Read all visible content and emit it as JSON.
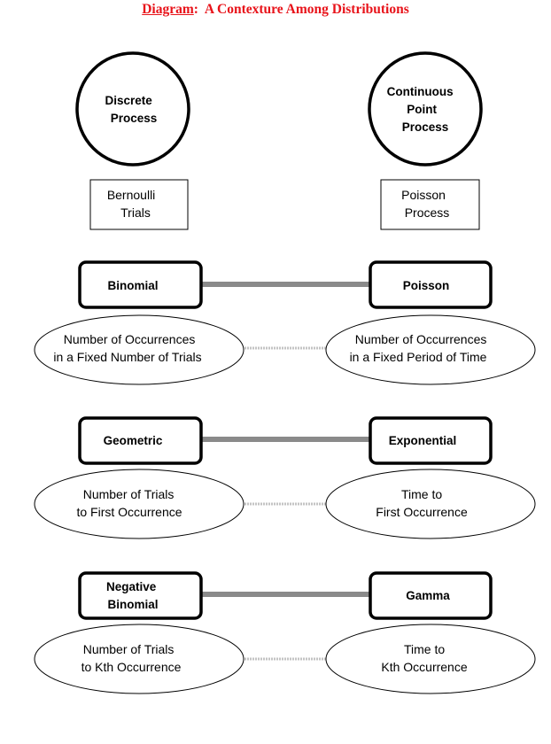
{
  "title": {
    "label": "Diagram",
    "text": "A Contexture Among Distributions"
  },
  "top_circles": {
    "discrete": [
      "Discrete",
      "Process"
    ],
    "continuous": [
      "Continuous",
      "Point",
      "Process"
    ]
  },
  "top_boxes": {
    "bernoulli": [
      "Bernoulli",
      "Trials"
    ],
    "poisson_process": [
      "Poisson",
      "Process"
    ]
  },
  "rows": [
    {
      "left_box": [
        "Binomial"
      ],
      "right_box": [
        "Poisson"
      ],
      "left_ellipse": [
        "Number of Occurrences",
        "in a Fixed Number of Trials"
      ],
      "right_ellipse": [
        "Number of Occurrences",
        "in a Fixed Period of Time"
      ]
    },
    {
      "left_box": [
        "Geometric"
      ],
      "right_box": [
        "Exponential"
      ],
      "left_ellipse": [
        "Number of Trials",
        "to First Occurrence"
      ],
      "right_ellipse": [
        "Time to",
        "First Occurrence"
      ]
    },
    {
      "left_box": [
        "Negative",
        "Binomial"
      ],
      "right_box": [
        "Gamma"
      ],
      "left_ellipse": [
        "Number of Trials",
        "to Kth Occurrence"
      ],
      "right_ellipse": [
        "Time to",
        "Kth Occurrence"
      ]
    }
  ]
}
